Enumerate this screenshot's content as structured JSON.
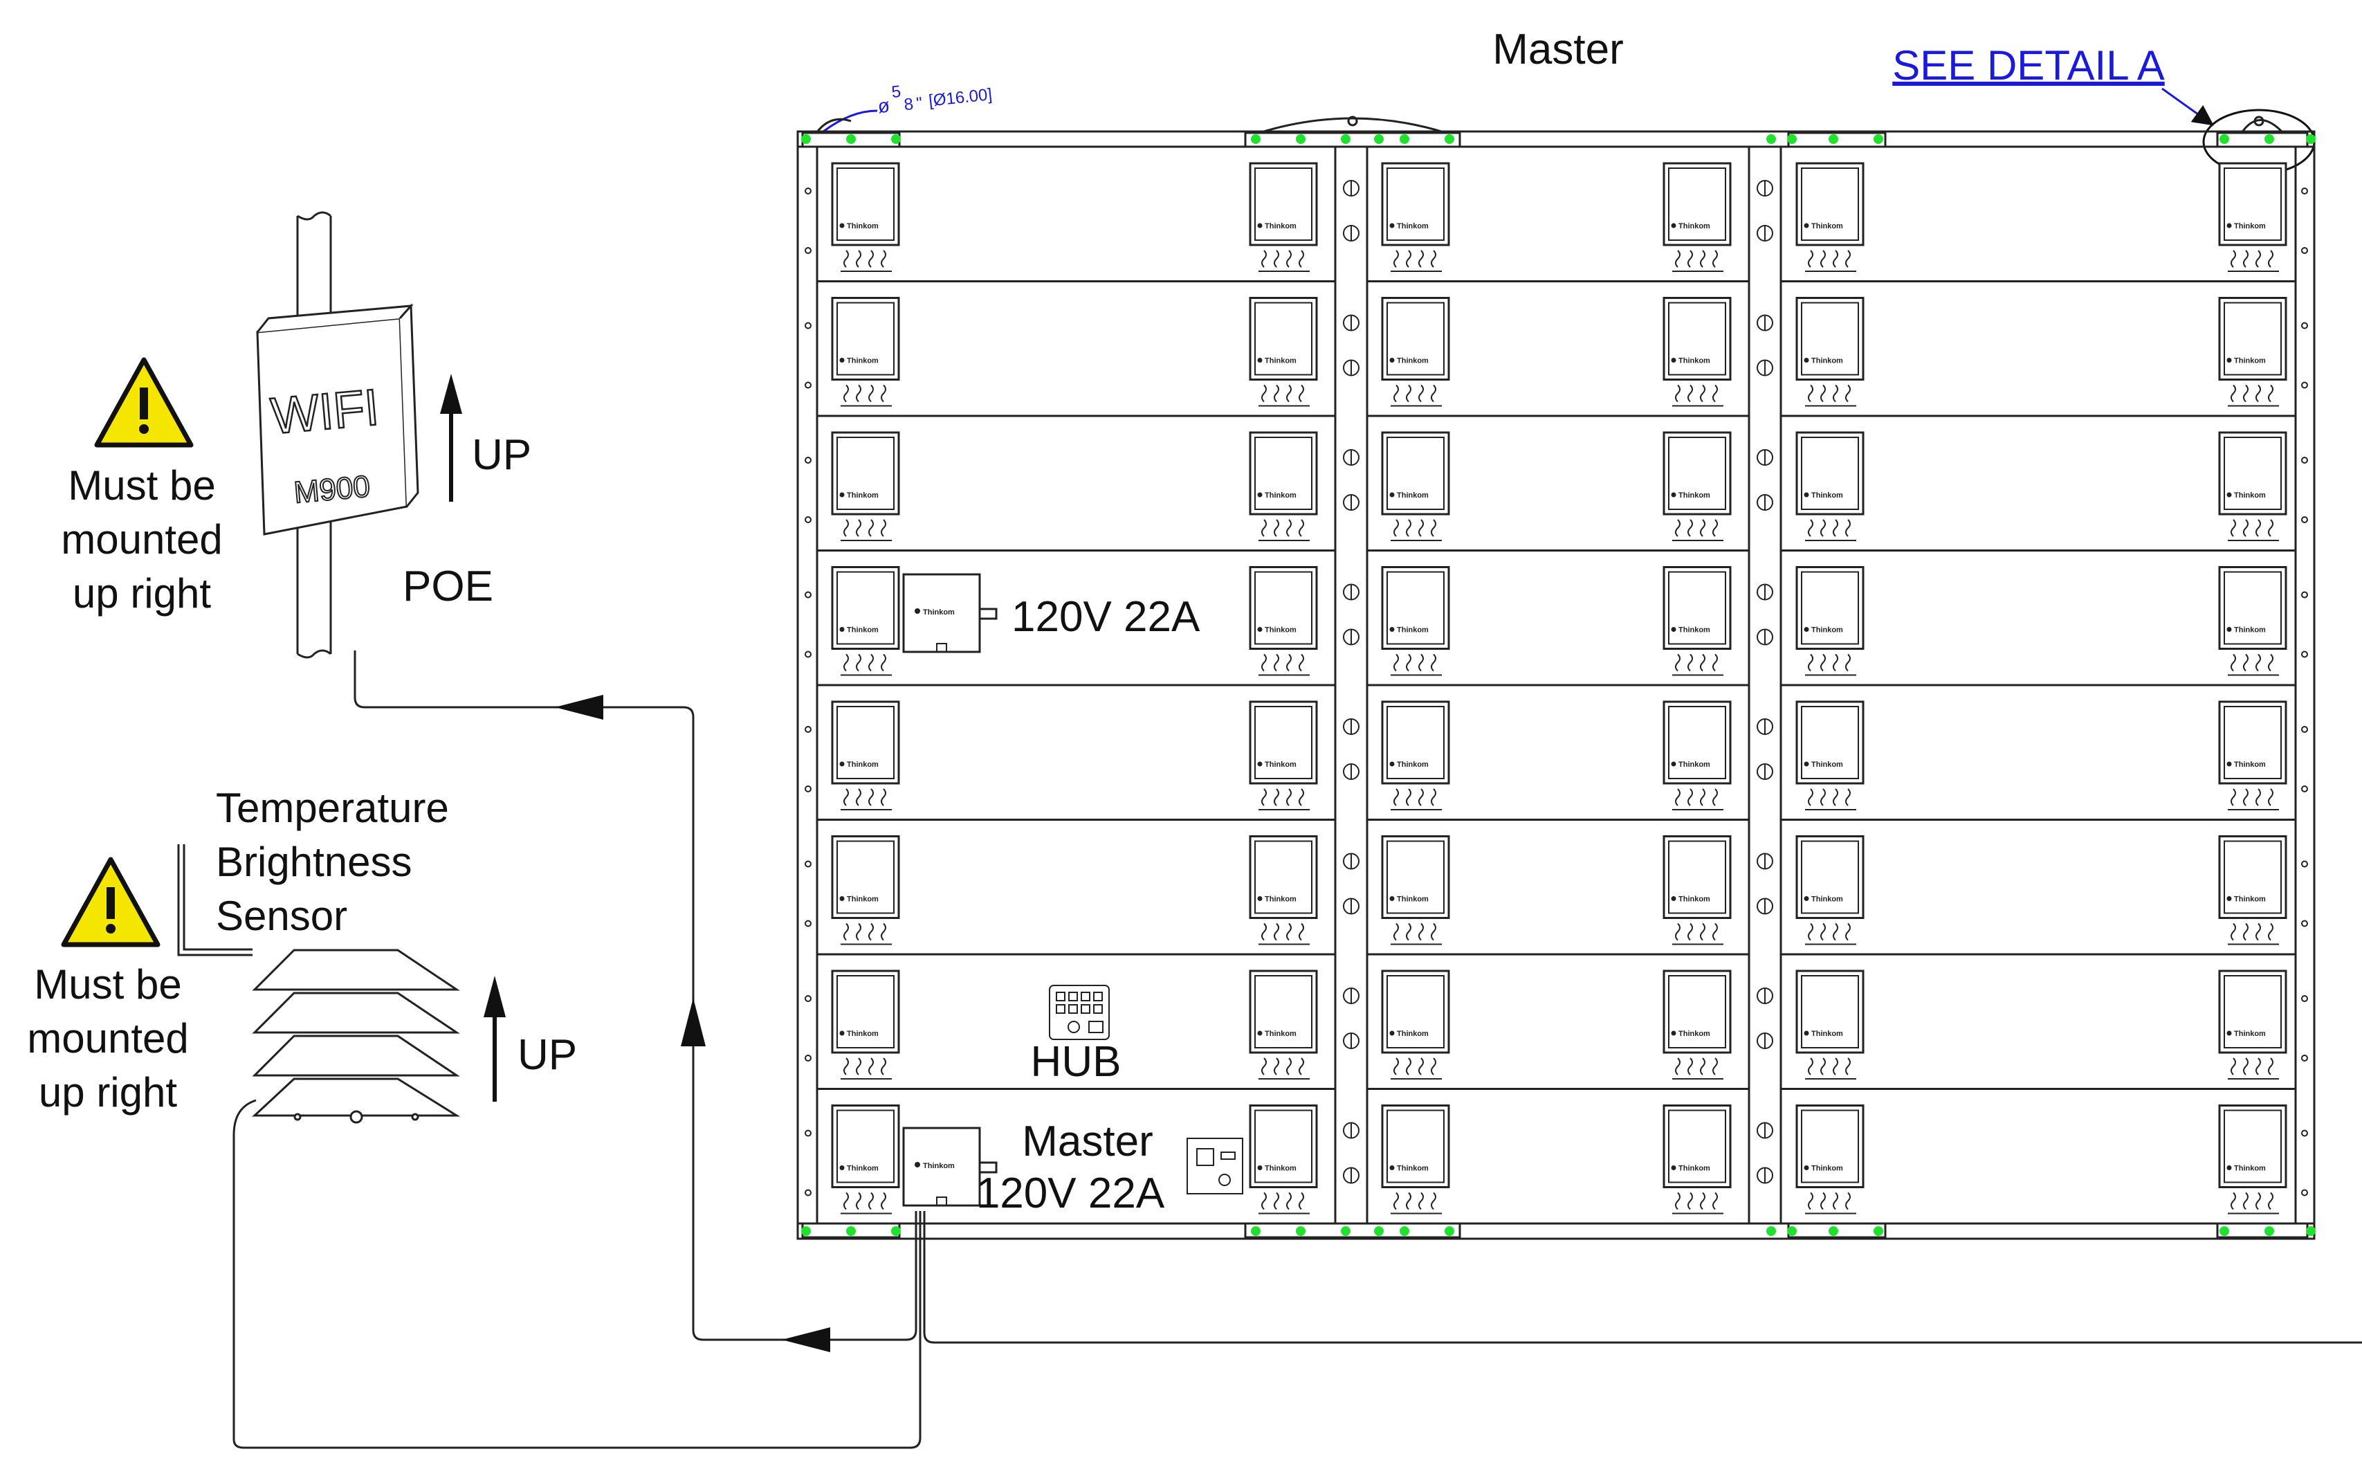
{
  "drawing": {
    "title": "Master",
    "detail_link": "SEE DETAIL A",
    "dimension_note": {
      "prefix": "ø",
      "frac_num": "5",
      "frac_den": "8",
      "inch": "\"",
      "metric": "[Ø16.00]"
    },
    "module_brand": "Thinkom",
    "cabinet": {
      "columns": 3,
      "rows": 8
    }
  },
  "wifi": {
    "device_label": "WIFI",
    "model": "M900",
    "up_label": "UP",
    "poe_label": "POE",
    "warning_lines": [
      "Must be",
      "mounted",
      "up right"
    ]
  },
  "sensor": {
    "title_lines": [
      "Temperature",
      "Brightness",
      "Sensor"
    ],
    "up_label": "UP",
    "warning_lines": [
      "Must be",
      "mounted",
      "up right"
    ]
  },
  "power_upper": {
    "label": "120V 22A"
  },
  "power_master": {
    "title": "Master",
    "label": "120V 22A"
  },
  "hub": {
    "label": "HUB"
  },
  "colors": {
    "line": "#222222",
    "link": "#1a1adb",
    "dot": "#22e02e",
    "warning_fill": "#f5e600"
  }
}
